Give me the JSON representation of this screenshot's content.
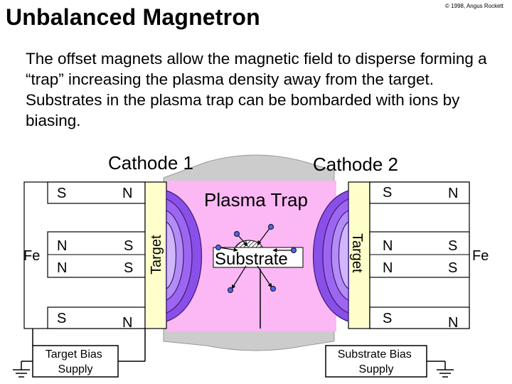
{
  "slide": {
    "title": "Unbalanced Magnetron",
    "copyright": "© 1998, Angus Rockett",
    "body": "The offset magnets allow the magnetic field to disperse forming a “trap” increasing the plasma density away from the target.  Substrates in the plasma trap can be bombarded with ions by biasing."
  },
  "diagram": {
    "cathode1": {
      "label": "Cathode 1",
      "target": "Target",
      "fe": "Fe",
      "poles": {
        "top_left": "S",
        "top_right": "N",
        "mid_left_1": "N",
        "mid_left_2": "N",
        "mid_right_1": "S",
        "mid_right_2": "S",
        "bottom_left": "S",
        "bottom_right": "N"
      },
      "bias_supply": "Target Bias Supply"
    },
    "cathode2": {
      "label": "Cathode 2",
      "target": "Target",
      "fe": "Fe",
      "poles": {
        "top_left": "S",
        "top_right": "N",
        "mid_left_1": "N",
        "mid_left_2": "N",
        "mid_right_1": "S",
        "mid_right_2": "S",
        "bottom_left": "S",
        "bottom_right": "N"
      },
      "bias_supply": "Substrate Bias Supply"
    },
    "plasma_trap": "Plasma Trap",
    "substrate": "Substrate",
    "colors": {
      "plasma": "#fbb8f4",
      "chamber": "#cccccc",
      "field_purple": "#8a4fe8",
      "target_fill": "#ffffcc",
      "ion_blue": "#4a66ff"
    }
  }
}
